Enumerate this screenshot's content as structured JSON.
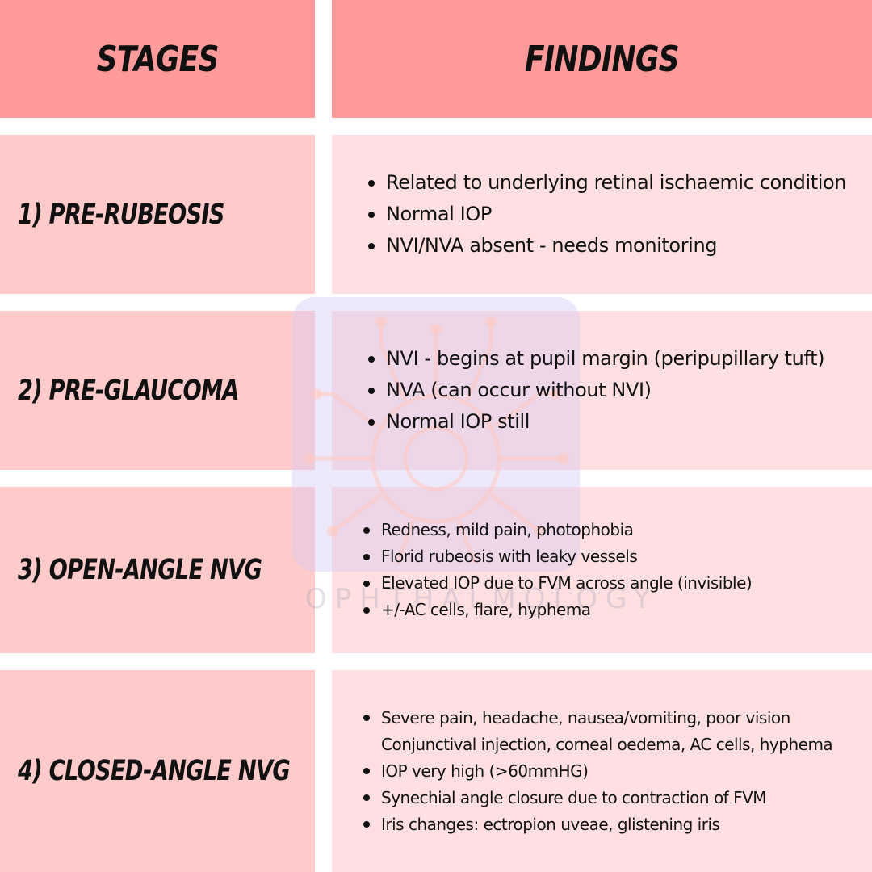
{
  "header": {
    "stages": "STAGES",
    "findings": "FINDINGS"
  },
  "rows": [
    {
      "stage": "1) PRE-RUBEOSIS",
      "findings": [
        "Related to underlying retinal ischaemic condition",
        "Normal IOP",
        "NVI/NVA absent - needs monitoring"
      ]
    },
    {
      "stage": "2) PRE-GLAUCOMA",
      "findings": [
        "NVI - begins at pupil margin (peripupillary tuft)",
        "NVA (can occur without NVI)",
        "Normal IOP still"
      ]
    },
    {
      "stage": "3) OPEN-ANGLE NVG",
      "findings": [
        "Redness, mild pain, photophobia",
        "Florid rubeosis with leaky vessels",
        "Elevated IOP due to FVM across angle (invisible)",
        "+/-AC cells, flare, hyphema"
      ]
    },
    {
      "stage": "4) CLOSED-ANGLE NVG",
      "findings": [
        "Severe pain, headache, nausea/vomiting, poor vision",
        "Conjunctival injection, corneal oedema, AC cells, hyphema",
        "IOP very high (>60mmHG)",
        "Synechial angle closure due to contraction of FVM",
        "Iris changes: ectropion uveae, glistening iris"
      ]
    }
  ],
  "watermark": {
    "text": "OPHTHALMOLOGY",
    "icon": "circuit-eye-icon"
  },
  "colors": {
    "header": "#ff9a9a",
    "stage": "#ffcaca",
    "findings": "#ffdfdf"
  }
}
